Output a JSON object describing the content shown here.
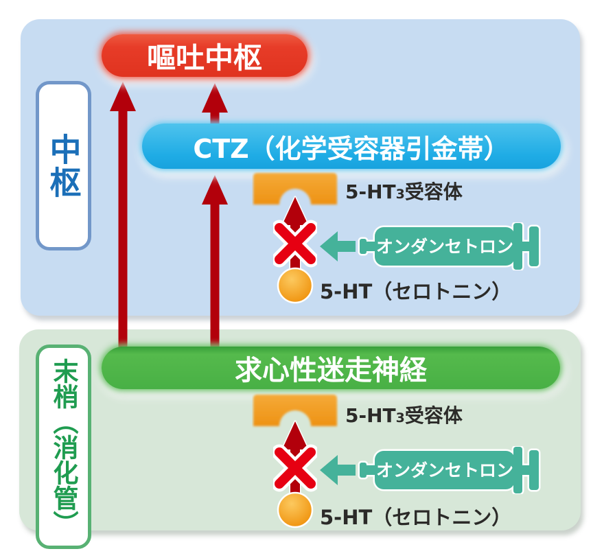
{
  "diagram": {
    "title_none_shown": "",
    "sections": {
      "central": {
        "side_label": "中枢"
      },
      "peripheral": {
        "side_label": "末梢（消化管）"
      }
    },
    "nodes": {
      "vomiting_center": "嘔吐中枢",
      "ctz": "CTZ（化学受容器引金帯）",
      "afferent_vagus": "求心性迷走神経"
    },
    "receptor_unit": {
      "receptor_base": "5-HT",
      "receptor_sub": "3",
      "receptor_rest": "受容体",
      "serotonin": "5-HT（セロトニン）",
      "drug": "オンダンセトロン"
    },
    "icons": {
      "receptor": "5-ht3-receptor-socket",
      "serotonin": "serotonin-ball",
      "block": "red-x-block",
      "syringe": "drug-syringe",
      "pathway_arrow": "dark-red-up-arrow",
      "inhibit_arrow": "teal-left-arrow"
    },
    "colors": {
      "central_bg": "#C7DCF2",
      "peripheral_bg": "#D7E7D8",
      "vomiting_center_red": "#E73C28",
      "ctz_blue": "#29B2E8",
      "vagus_green": "#4DB348",
      "arrow_dark_red": "#B2000B",
      "block_x_red": "#E60012",
      "receptor_orange": "#F09A20",
      "serotonin_orange": "#F5A623",
      "drug_teal": "#45B29A",
      "central_label_blue": "#1B6FB8",
      "peripheral_label_green": "#1F9C50"
    }
  }
}
